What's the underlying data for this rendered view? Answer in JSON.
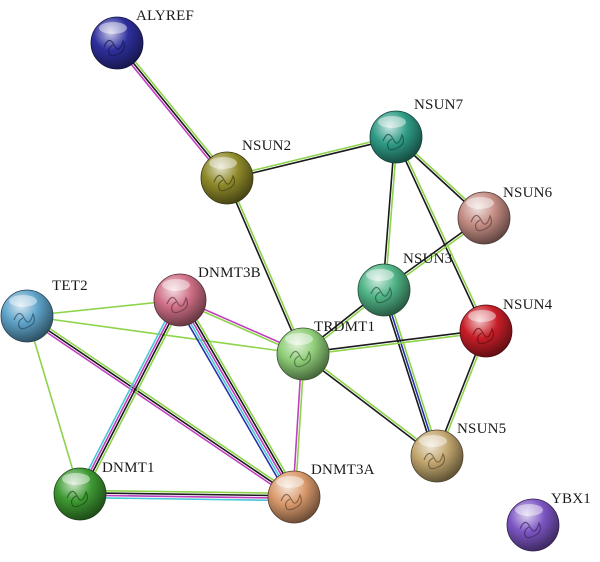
{
  "nodes": [
    {
      "id": "ALYREF",
      "label": "ALYREF",
      "color": "#2e2f9e"
    },
    {
      "id": "NSUN2",
      "label": "NSUN2",
      "color": "#8f8a2a"
    },
    {
      "id": "NSUN7",
      "label": "NSUN7",
      "color": "#2f9c86"
    },
    {
      "id": "NSUN6",
      "label": "NSUN6",
      "color": "#c48d84"
    },
    {
      "id": "NSUN3",
      "label": "NSUN3",
      "color": "#4fb486"
    },
    {
      "id": "NSUN4",
      "label": "NSUN4",
      "color": "#c81e28"
    },
    {
      "id": "TRDMT1",
      "label": "TRDMT1",
      "color": "#8fce78"
    },
    {
      "id": "NSUN5",
      "label": "NSUN5",
      "color": "#c2a66e"
    },
    {
      "id": "TET2",
      "label": "TET2",
      "color": "#5ea3c9"
    },
    {
      "id": "DNMT3B",
      "label": "DNMT3B",
      "color": "#cf6f86"
    },
    {
      "id": "DNMT1",
      "label": "DNMT1",
      "color": "#3e9a32"
    },
    {
      "id": "DNMT3A",
      "label": "DNMT3A",
      "color": "#d99a6c"
    },
    {
      "id": "YBX1",
      "label": "YBX1",
      "color": "#7c55c4"
    }
  ],
  "edges": [
    {
      "source": "ALYREF",
      "target": "NSUN2",
      "evidence": [
        "#8dd44a",
        "#1a1a1a",
        "#c040c0"
      ]
    },
    {
      "source": "NSUN2",
      "target": "NSUN7",
      "evidence": [
        "#8dd44a",
        "#1a1a1a"
      ]
    },
    {
      "source": "NSUN2",
      "target": "TRDMT1",
      "evidence": [
        "#8dd44a",
        "#1a1a1a"
      ]
    },
    {
      "source": "NSUN7",
      "target": "NSUN6",
      "evidence": [
        "#8dd44a",
        "#1a1a1a"
      ]
    },
    {
      "source": "NSUN7",
      "target": "NSUN3",
      "evidence": [
        "#8dd44a",
        "#1a1a1a"
      ]
    },
    {
      "source": "NSUN7",
      "target": "NSUN4",
      "evidence": [
        "#8dd44a",
        "#1a1a1a"
      ]
    },
    {
      "source": "NSUN6",
      "target": "NSUN3",
      "evidence": [
        "#8dd44a",
        "#1a1a1a"
      ]
    },
    {
      "source": "NSUN3",
      "target": "TRDMT1",
      "evidence": [
        "#8dd44a",
        "#1a1a1a"
      ]
    },
    {
      "source": "NSUN3",
      "target": "NSUN5",
      "evidence": [
        "#8dd44a",
        "#2233aa",
        "#1a1a1a"
      ]
    },
    {
      "source": "NSUN4",
      "target": "TRDMT1",
      "evidence": [
        "#8dd44a",
        "#1a1a1a"
      ]
    },
    {
      "source": "NSUN4",
      "target": "NSUN5",
      "evidence": [
        "#8dd44a",
        "#1a1a1a"
      ]
    },
    {
      "source": "TRDMT1",
      "target": "NSUN5",
      "evidence": [
        "#8dd44a",
        "#1a1a1a"
      ]
    },
    {
      "source": "TRDMT1",
      "target": "DNMT3B",
      "evidence": [
        "#8dd44a",
        "#c040c0"
      ]
    },
    {
      "source": "TRDMT1",
      "target": "DNMT3A",
      "evidence": [
        "#8dd44a",
        "#c040c0"
      ]
    },
    {
      "source": "TRDMT1",
      "target": "TET2",
      "evidence": [
        "#8dd44a"
      ]
    },
    {
      "source": "TET2",
      "target": "DNMT3B",
      "evidence": [
        "#8dd44a"
      ]
    },
    {
      "source": "TET2",
      "target": "DNMT1",
      "evidence": [
        "#8dd44a"
      ]
    },
    {
      "source": "TET2",
      "target": "DNMT3A",
      "evidence": [
        "#8dd44a",
        "#1a1a1a",
        "#c040c0"
      ]
    },
    {
      "source": "DNMT3B",
      "target": "DNMT1",
      "evidence": [
        "#8dd44a",
        "#1a1a1a",
        "#c040c0",
        "#48c8d8"
      ]
    },
    {
      "source": "DNMT3B",
      "target": "DNMT3A",
      "evidence": [
        "#8dd44a",
        "#1a1a1a",
        "#c040c0",
        "#48c8d8",
        "#2233aa"
      ]
    },
    {
      "source": "DNMT1",
      "target": "DNMT3A",
      "evidence": [
        "#8dd44a",
        "#1a1a1a",
        "#c040c0",
        "#48c8d8"
      ]
    }
  ]
}
